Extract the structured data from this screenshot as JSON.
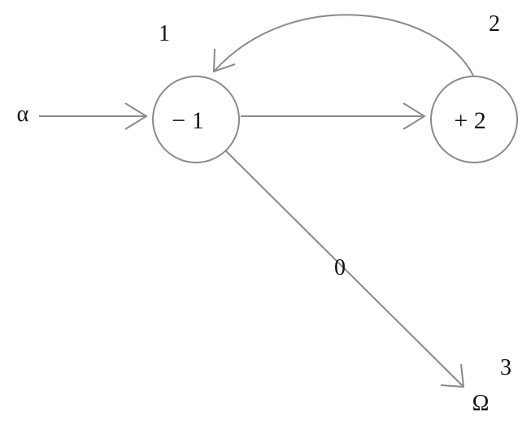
{
  "diagram": {
    "nodes": [
      {
        "id": "state-1",
        "label": "− 1",
        "index": "1"
      },
      {
        "id": "state-2",
        "label": "+ 2",
        "index": "2"
      }
    ],
    "start": {
      "label": "α"
    },
    "end": {
      "label": "Ω",
      "index": "3"
    },
    "edges": [
      {
        "from": "α",
        "to": "state-1",
        "label": ""
      },
      {
        "from": "state-1",
        "to": "state-2",
        "label": ""
      },
      {
        "from": "state-2",
        "to": "state-1",
        "label": ""
      },
      {
        "from": "state-1",
        "to": "Ω",
        "label": "0"
      }
    ],
    "colors": {
      "stroke": "#8a8a8a",
      "text": "#111111"
    }
  }
}
